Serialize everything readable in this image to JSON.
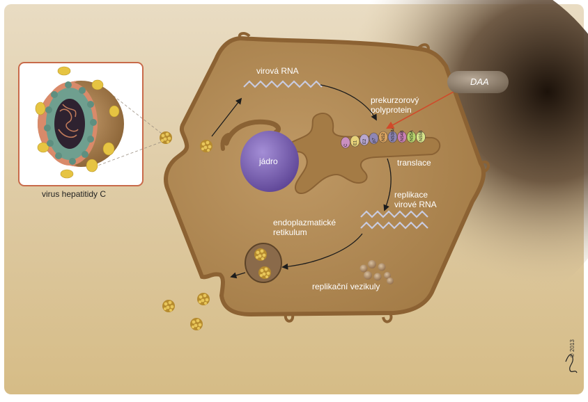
{
  "labels": {
    "virus_caption": "virus hepatitidy C",
    "viral_rna": "virová RNA",
    "precursor_line1": "prekurzorový",
    "precursor_line2": "polyprotein",
    "daa": "DAA",
    "nucleus": "jádro",
    "translation": "translace",
    "replication_line1": "replikace",
    "replication_line2": "virové RNA",
    "er_line1": "endoplazmatické",
    "er_line2": "retikulum",
    "replication_vesicles": "replikační vezikuly",
    "copyright": "© 2013"
  },
  "polyprotein_segments": [
    {
      "label": "C",
      "color": "#c98fbf"
    },
    {
      "label": "E1",
      "color": "#e7d27a"
    },
    {
      "label": "E2",
      "color": "#b8a7cf"
    },
    {
      "label": "p7",
      "color": "#8e86b5"
    },
    {
      "label": "NS2",
      "color": "#d8a25e"
    },
    {
      "label": "NS3/4A",
      "color": "#8e86b5"
    },
    {
      "label": "NS4B",
      "color": "#c97fb5"
    },
    {
      "label": "NS5A",
      "color": "#b6d36b"
    },
    {
      "label": "NS5B",
      "color": "#d7e48a"
    }
  ],
  "colors": {
    "cell_fill": "#b08752",
    "cell_edge": "#8c6233",
    "nucleus": "#7a62b4",
    "virus_particle": "#c9a43e",
    "daa_pill": "#8a7a68",
    "arrow_red": "#d04a2a",
    "frame_border": "#c86a4a"
  }
}
